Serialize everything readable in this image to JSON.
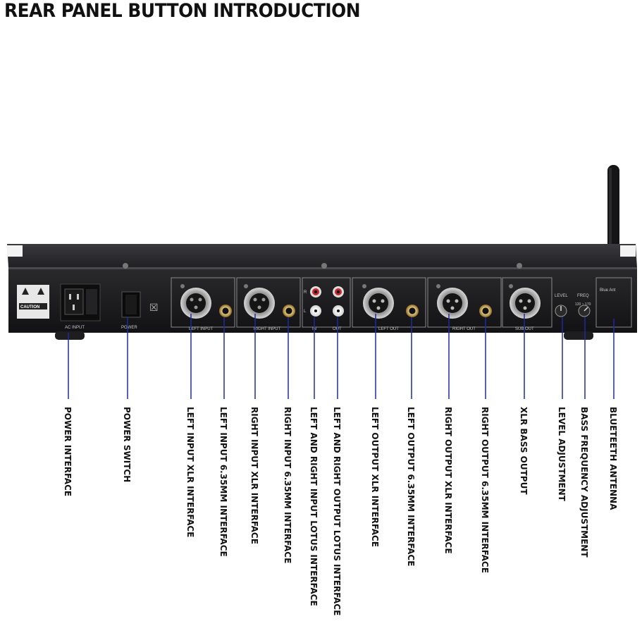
{
  "title": "REAR PANEL BUTTON INTRODUCTION",
  "panel_labels": {
    "caution": "CAUTION",
    "ac_input": "AC INPUT",
    "power": "POWER",
    "left_input": "LEFT INPUT",
    "right_input": "RIGHT INPUT",
    "in": "IN",
    "out": "OUT",
    "r": "R",
    "l": "L",
    "left_out": "LEFT OUT",
    "right_out": "RIGHT OUT",
    "sub_out": "SUB OUT",
    "level": "LEVEL",
    "freq": "FREQ",
    "freq_range": "120 ~ 170",
    "bt_ant": "Blue Ant"
  },
  "callouts": [
    "POWER INTERFACE",
    "POWER SWITCH",
    "LEFT INPUT XLR INTERFACE",
    "LEFT INPUT 6.35MM INTERFACE",
    "RIGHT INPUT XLR INTERFACE",
    "RIGHT INPUT 6.35MM INTERFACE",
    "LEFT AND RIGHT INPUT LOTUS INTERFACE",
    "LEFT AND RIGHT OUTPUT LOTUS INTERFACE",
    "LEFT OUTPUT XLR INTERFACE",
    "LEFT OUTPUT 6.35MM INTERFACE",
    "RIGHT OUTPUT XLR INTERFACE",
    "RIGHT OUTPUT 6.35MM INTERFACE",
    "XLR BASS OUTPUT",
    "LEVEL ADJUSTMENT",
    "BASS FREQUENCY ADJUSTMENT",
    "BLUETEETH ANTENNA"
  ],
  "colors": {
    "chassis": "#1b1b1d",
    "leader_line": "#1f2a9a",
    "jack_gold": "#c9a85a"
  }
}
